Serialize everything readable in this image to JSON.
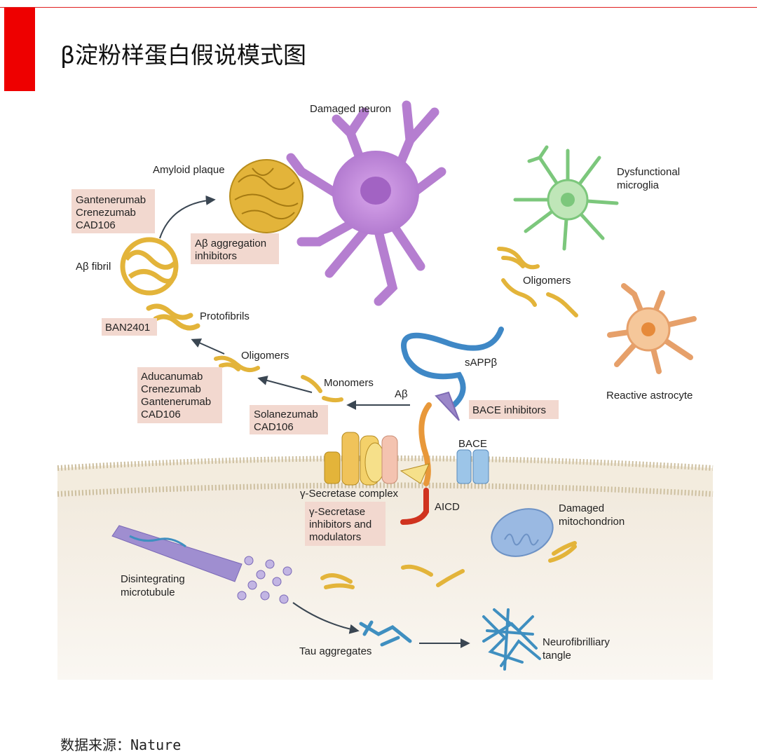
{
  "header": {
    "title": "β淀粉样蛋白假说模式图"
  },
  "figure": {
    "labels": {
      "damaged_neuron": "Damaged neuron",
      "amyloid_plaque": "Amyloid plaque",
      "dysfunctional_microglia_1": "Dysfunctional",
      "dysfunctional_microglia_2": "microglia",
      "ab_fibril": "Aβ fibril",
      "protofibrils": "Protofibrils",
      "oligomers_left": "Oligomers",
      "oligomers_right": "Oligomers",
      "monomers": "Monomers",
      "sappb": "sAPPβ",
      "ab": "Aβ",
      "reactive_astrocyte": "Reactive astrocyte",
      "bace": "BACE",
      "gamma_complex": "γ-Secretase complex",
      "aicd": "AICD",
      "damaged_mito_1": "Damaged",
      "damaged_mito_2": "mitochondrion",
      "microtubule_1": "Disintegrating",
      "microtubule_2": "microtubule",
      "tau_aggregates": "Tau aggregates",
      "tangle_1": "Neurofibrilliary",
      "tangle_2": "tangle"
    },
    "boxes": {
      "fibril_drugs": [
        "Gantenerumab",
        "Crenezumab",
        "CAD106"
      ],
      "aggregation": [
        "Aβ aggregation",
        "inhibitors"
      ],
      "ban": [
        "BAN2401"
      ],
      "oligomer_drugs": [
        "Aducanumab",
        "Crenezumab",
        "Gantenerumab",
        "CAD106"
      ],
      "monomer_drugs": [
        "Solanezumab",
        "CAD106"
      ],
      "bace_inhibitors": [
        "BACE inhibitors"
      ],
      "gamma_inhibitors": [
        "γ-Secretase",
        "inhibitors and",
        "modulators"
      ]
    },
    "colors": {
      "neuron": "#b57ed0",
      "microglia": "#7cc77c",
      "astrocyte": "#e6a06a",
      "fibril": "#e3b43a",
      "tau": "#3f8fc0",
      "membrane": "#efe6d4",
      "drug_box": "#f2d8cf"
    }
  },
  "footer": {
    "source": "数据来源：Nature"
  }
}
